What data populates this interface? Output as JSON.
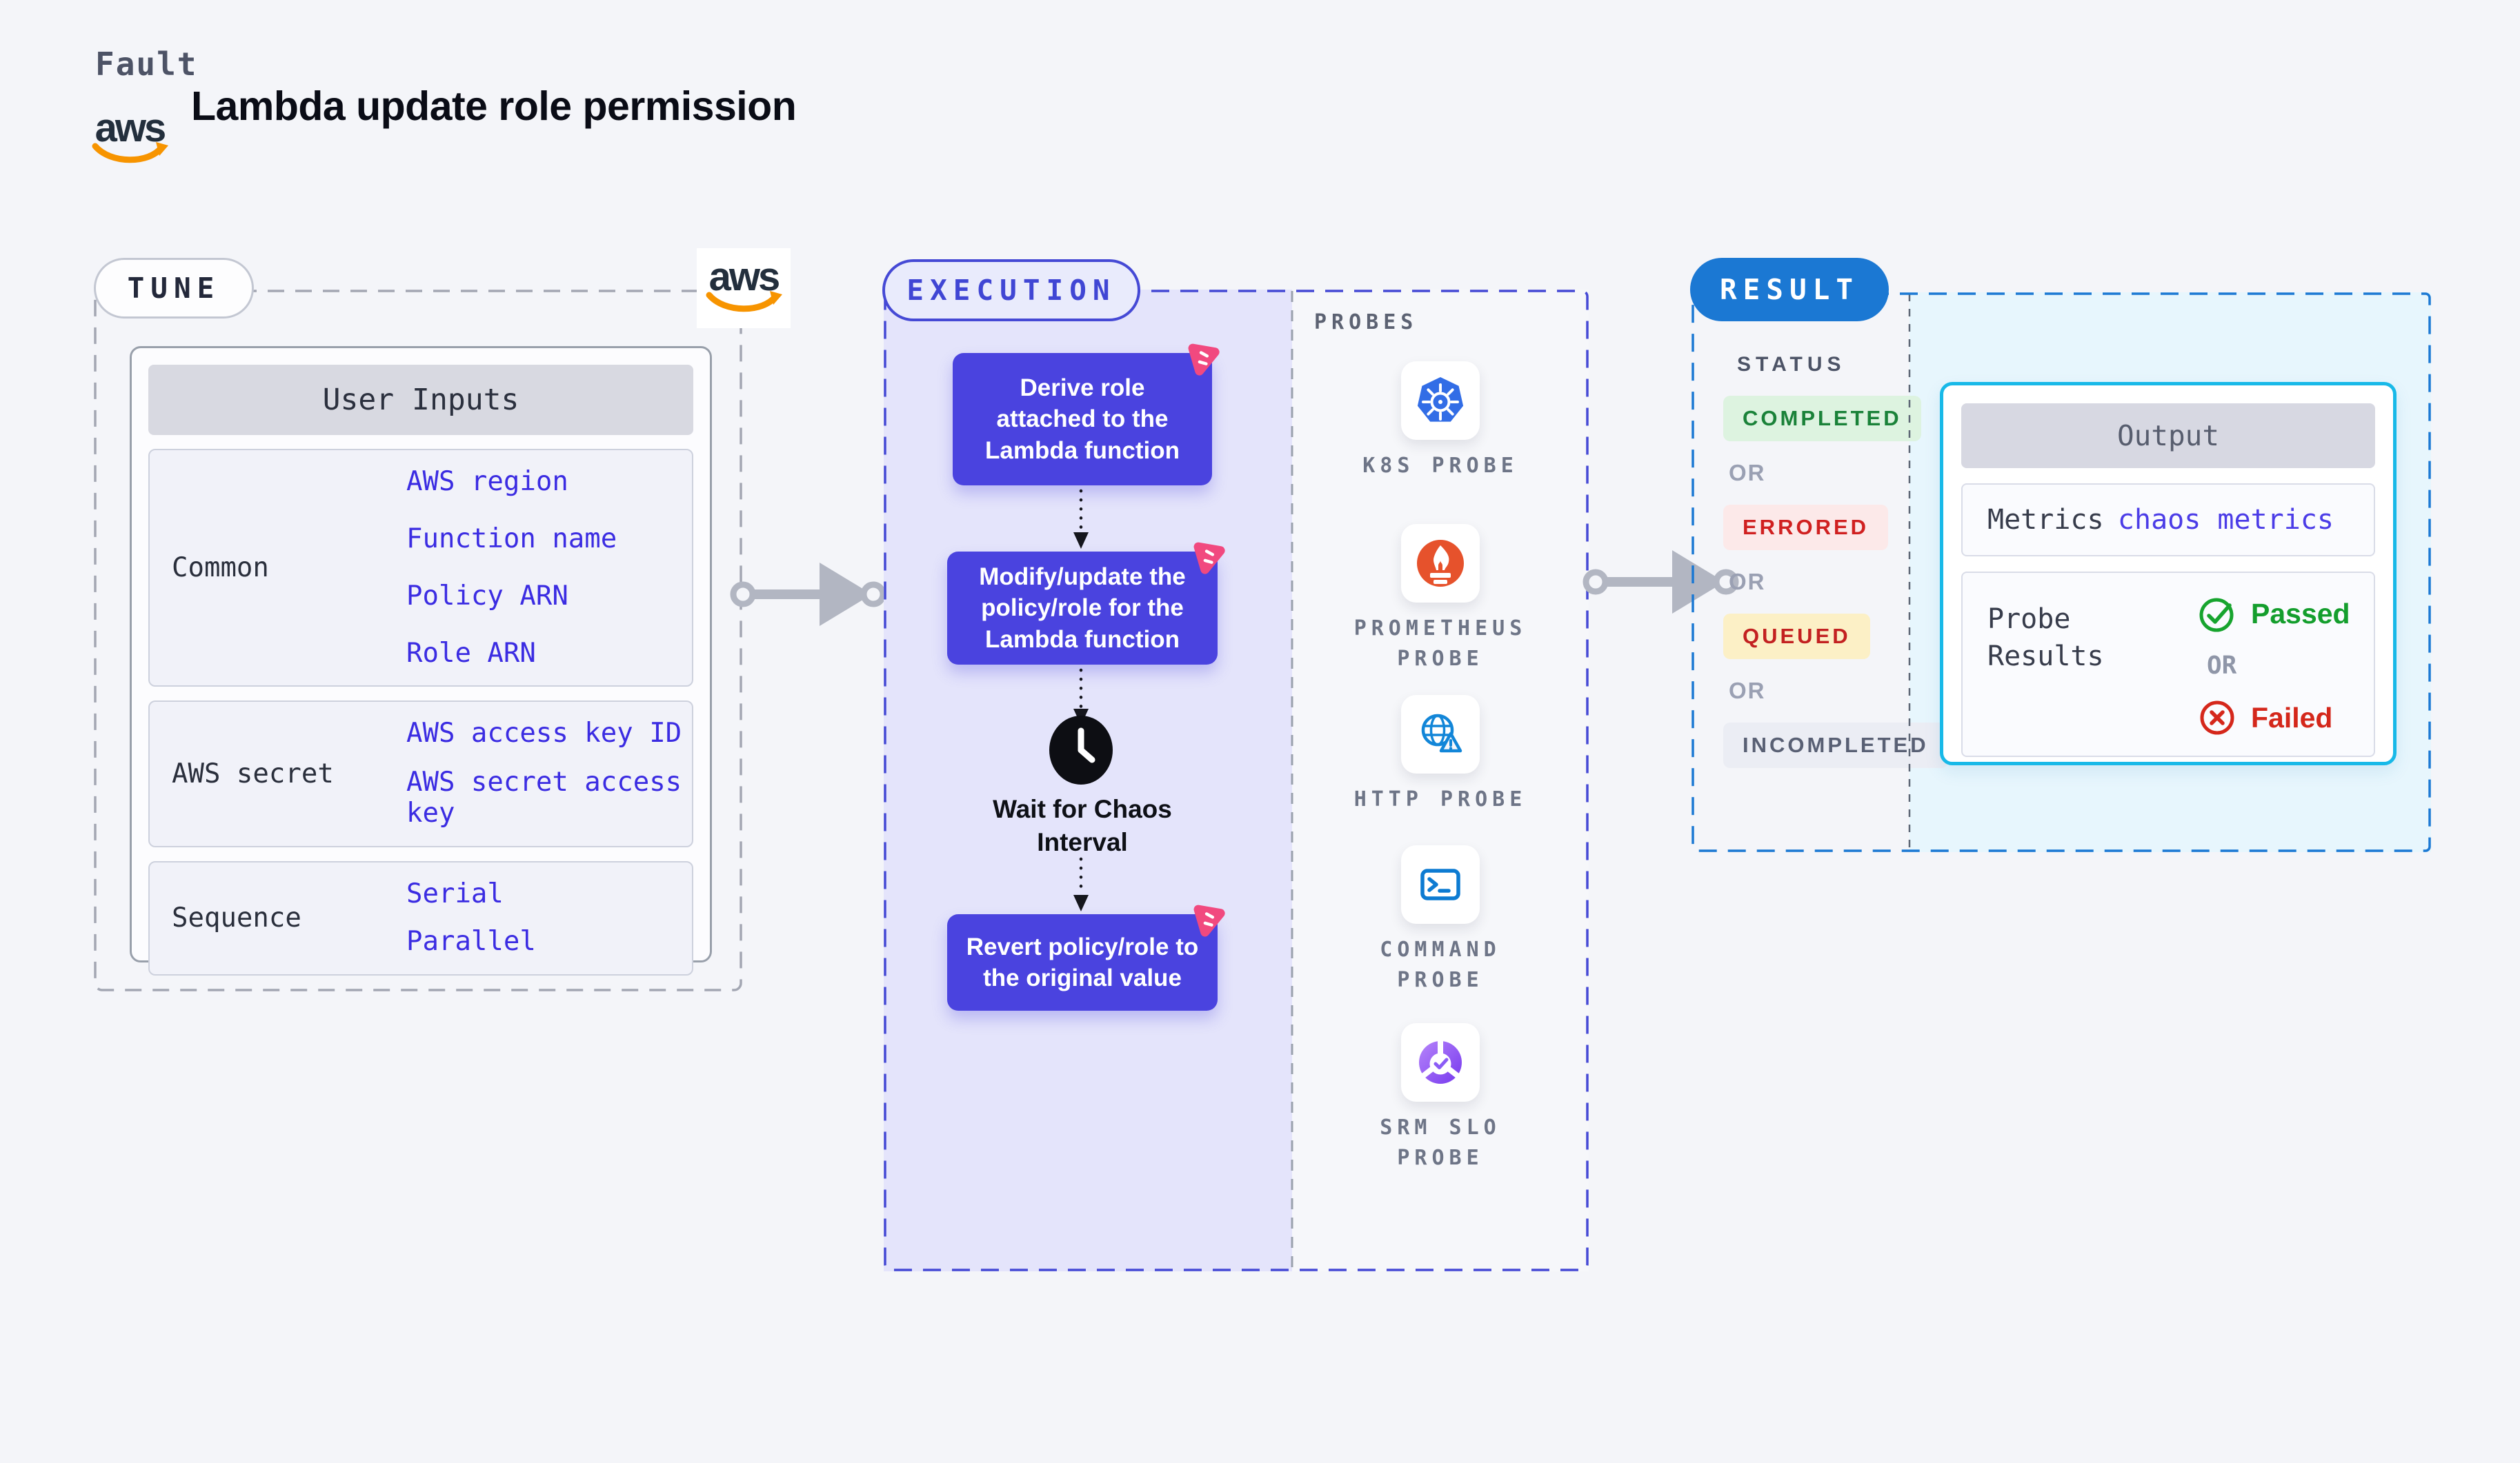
{
  "header": {
    "eyebrow": "Fault",
    "title": "Lambda update role permission",
    "aws_word": "aws"
  },
  "tune": {
    "pill_label": "TUNE",
    "table": {
      "title": "User Inputs",
      "rows": [
        {
          "label": "Common",
          "links": [
            "AWS region",
            "Function name",
            "Policy ARN",
            "Role ARN"
          ]
        },
        {
          "label": "AWS secret",
          "links": [
            "AWS access key ID",
            "AWS secret access key"
          ]
        },
        {
          "label": "Sequence",
          "links": [
            "Serial",
            "Parallel"
          ]
        }
      ]
    }
  },
  "execution": {
    "pill_label": "EXECUTION",
    "steps": [
      "Derive role attached to the Lambda function",
      "Modify/update the policy/role for the Lambda function",
      "Revert policy/role to the original value"
    ],
    "wait_label": "Wait for Chaos Interval",
    "probes_title": "PROBES",
    "probes": [
      {
        "label": "K8S PROBE",
        "icon": "kubernetes-icon"
      },
      {
        "label": "PROMETHEUS PROBE",
        "icon": "prometheus-icon"
      },
      {
        "label": "HTTP PROBE",
        "icon": "http-globe-icon"
      },
      {
        "label": "COMMAND PROBE",
        "icon": "terminal-icon"
      },
      {
        "label": "SRM SLO PROBE",
        "icon": "srm-slo-icon"
      }
    ]
  },
  "result": {
    "pill_label": "RESULT",
    "status_title": "STATUS",
    "or_label": "OR",
    "statuses": [
      {
        "label": "COMPLETED",
        "kind": "success",
        "text_color": "#1a8239",
        "bg_color": "#ddf3e0"
      },
      {
        "label": "ERRORED",
        "kind": "error",
        "text_color": "#d02020",
        "bg_color": "#fce9e9"
      },
      {
        "label": "QUEUED",
        "kind": "warning",
        "text_color": "#c32121",
        "bg_color": "#fcf0c6"
      },
      {
        "label": "INCOMPLETED",
        "kind": "neutral",
        "text_color": "#596074",
        "bg_color": "#ebedf4"
      }
    ],
    "output": {
      "title": "Output",
      "metrics_label": "Metrics",
      "metrics_value": "chaos metrics",
      "probe_results_label": "Probe Results",
      "passed_label": "Passed",
      "failed_label": "Failed"
    }
  },
  "colors": {
    "page_background": "#f4f5f9",
    "accent_indigo": "#4a43df",
    "execution_border": "#4549d5",
    "execution_panel": "#e4e4fb",
    "link_blue": "#3b2ce2",
    "result_blue": "#1b78d3",
    "output_border": "#18b9e8",
    "output_panel_bg": "#e7f6fd",
    "success_green": "#149e2d",
    "fail_red": "#d4271b",
    "chaos_pink": "#f1497f",
    "aws_orange": "#f79400",
    "kubernetes_blue": "#326de6",
    "prometheus_orange": "#e6522c",
    "http_blue": "#1286d8",
    "terminal_blue": "#0d7bd2",
    "srm_purple": "#7c3aed",
    "arrow_gray": "#b2b6c2"
  }
}
